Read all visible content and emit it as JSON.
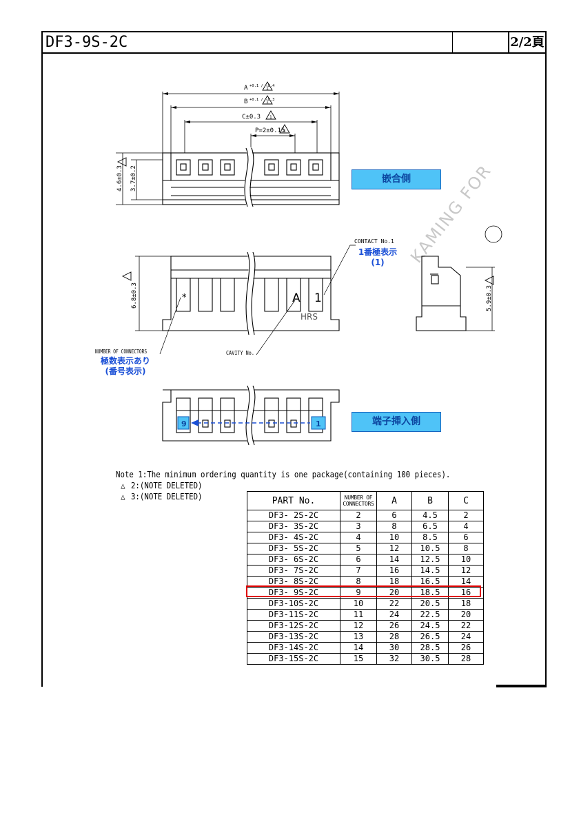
{
  "header": {
    "title": "DF3-9S-2C",
    "page": "2/2頁"
  },
  "drawing": {
    "dims": {
      "a": "A",
      "a_tol": "+0.1 / -0.4",
      "b": "B",
      "b_tol": "+0.1 / -0.3",
      "c": "C±0.3",
      "pitch": "P=2±0.15",
      "height_outer": "4.6±0.3",
      "height_inner": "3.7±0.2",
      "height_front": "6.8±0.3",
      "height_side": "5.9±0.3"
    },
    "rev_mark": "1",
    "labels": {
      "mating_side": "嵌合側",
      "terminal_side": "端子挿入側",
      "contact_no": "CONTACT No.1",
      "contact_no_jp_1": "1番極表示",
      "contact_no_jp_2": "(1)",
      "number_of_connectors": "NUMBER OF CONNECTORS",
      "num_jp_1": "極数表示あり",
      "num_jp_2": "(番号表示)",
      "cavity_no": "CAVITY No.",
      "mark_star": "*",
      "mark_a": "A",
      "mark_1": "1",
      "brand": "HRS",
      "pin_last": "9",
      "pin_first": "1"
    },
    "watermark": "KAMING FOR"
  },
  "notes": [
    "Note 1:The minimum ordering quantity is one package(containing 100 pieces).",
    "2:(NOTE DELETED)",
    "3:(NOTE DELETED)"
  ],
  "table": {
    "headers": [
      "PART No.",
      "NUMBER OF CONNECTORS",
      "A",
      "B",
      "C"
    ],
    "rows": [
      [
        "DF3- 2S-2C",
        "2",
        "6",
        "4.5",
        "2"
      ],
      [
        "DF3- 3S-2C",
        "3",
        "8",
        "6.5",
        "4"
      ],
      [
        "DF3- 4S-2C",
        "4",
        "10",
        "8.5",
        "6"
      ],
      [
        "DF3- 5S-2C",
        "5",
        "12",
        "10.5",
        "8"
      ],
      [
        "DF3- 6S-2C",
        "6",
        "14",
        "12.5",
        "10"
      ],
      [
        "DF3- 7S-2C",
        "7",
        "16",
        "14.5",
        "12"
      ],
      [
        "DF3- 8S-2C",
        "8",
        "18",
        "16.5",
        "14"
      ],
      [
        "DF3- 9S-2C",
        "9",
        "20",
        "18.5",
        "16"
      ],
      [
        "DF3-10S-2C",
        "10",
        "22",
        "20.5",
        "18"
      ],
      [
        "DF3-11S-2C",
        "11",
        "24",
        "22.5",
        "20"
      ],
      [
        "DF3-12S-2C",
        "12",
        "26",
        "24.5",
        "22"
      ],
      [
        "DF3-13S-2C",
        "13",
        "28",
        "26.5",
        "24"
      ],
      [
        "DF3-14S-2C",
        "14",
        "30",
        "28.5",
        "26"
      ],
      [
        "DF3-15S-2C",
        "15",
        "32",
        "30.5",
        "28"
      ]
    ],
    "highlight_color": "#e00000"
  },
  "colors": {
    "label_fill": "#4fc3f7",
    "label_text": "#0d47a1",
    "annotation_blue": "#1a4fd6"
  }
}
